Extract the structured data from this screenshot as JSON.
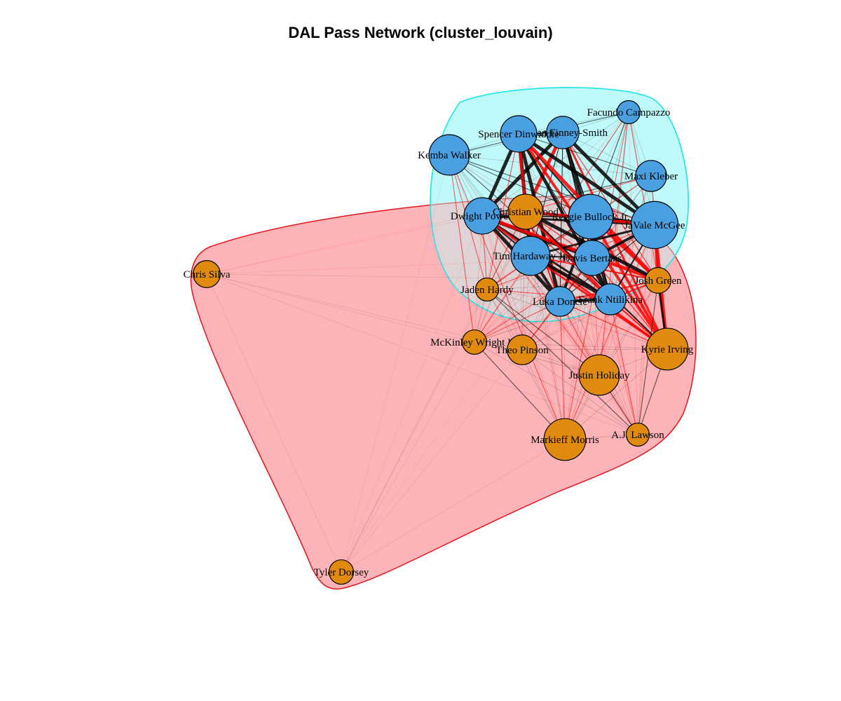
{
  "title": "DAL Pass Network (cluster_louvain)",
  "colors": {
    "cluster_blue_fill": "#bff9f9",
    "cluster_blue_stroke": "#1fe5e5",
    "cluster_orange_fill": "#fdb0b4",
    "cluster_orange_stroke": "#e5141d",
    "node_blue": "#4a9fe0",
    "node_orange": "#e08b10",
    "edge_within": "#000000",
    "edge_between": "#ff0000"
  },
  "nodes": [
    {
      "id": "facundo",
      "label": "Facundo Campazzo",
      "group": "blue",
      "size": 1.0
    },
    {
      "id": "dorian",
      "label": "Dorian Finney-Smith",
      "group": "blue",
      "size": 1.7
    },
    {
      "id": "spencer",
      "label": "Spencer Dinwiddie",
      "group": "blue",
      "size": 2.0
    },
    {
      "id": "kemba",
      "label": "Kemba Walker",
      "group": "blue",
      "size": 2.3
    },
    {
      "id": "maxi",
      "label": "Maxi Kleber",
      "group": "blue",
      "size": 1.6
    },
    {
      "id": "dwight",
      "label": "Dwight Powell",
      "group": "blue",
      "size": 2.0
    },
    {
      "id": "reggie",
      "label": "Reggie Bullock Jr.",
      "group": "blue",
      "size": 2.6
    },
    {
      "id": "javale",
      "label": "JaVale McGee",
      "group": "blue",
      "size": 2.8
    },
    {
      "id": "tim",
      "label": "Tim Hardaway Jr.",
      "group": "blue",
      "size": 2.2
    },
    {
      "id": "davis",
      "label": "Davis Bertans",
      "group": "blue",
      "size": 1.9
    },
    {
      "id": "frank",
      "label": "Frank Ntilikina",
      "group": "blue",
      "size": 1.6
    },
    {
      "id": "luka",
      "label": "Luka Doncic",
      "group": "blue",
      "size": 1.5
    },
    {
      "id": "christian",
      "label": "Christian Wood",
      "group": "orange",
      "size": 1.9
    },
    {
      "id": "chris",
      "label": "Chris Silva",
      "group": "orange",
      "size": 1.3
    },
    {
      "id": "jaden",
      "label": "Jaden Hardy",
      "group": "orange",
      "size": 1.0
    },
    {
      "id": "josh",
      "label": "Josh Green",
      "group": "orange",
      "size": 1.2
    },
    {
      "id": "mckinley",
      "label": "McKinley Wright IV",
      "group": "orange",
      "size": 1.1
    },
    {
      "id": "theo",
      "label": "Theo Pinson",
      "group": "orange",
      "size": 1.5
    },
    {
      "id": "kyrie",
      "label": "Kyrie Irving",
      "group": "orange",
      "size": 2.4
    },
    {
      "id": "justin",
      "label": "Justin Holiday",
      "group": "orange",
      "size": 2.3
    },
    {
      "id": "aj",
      "label": "A.J. Lawson",
      "group": "orange",
      "size": 1.0
    },
    {
      "id": "markieff",
      "label": "Markieff Morris",
      "group": "orange",
      "size": 2.4
    },
    {
      "id": "tyler",
      "label": "Tyler Dorsey",
      "group": "orange",
      "size": 1.1
    }
  ]
}
